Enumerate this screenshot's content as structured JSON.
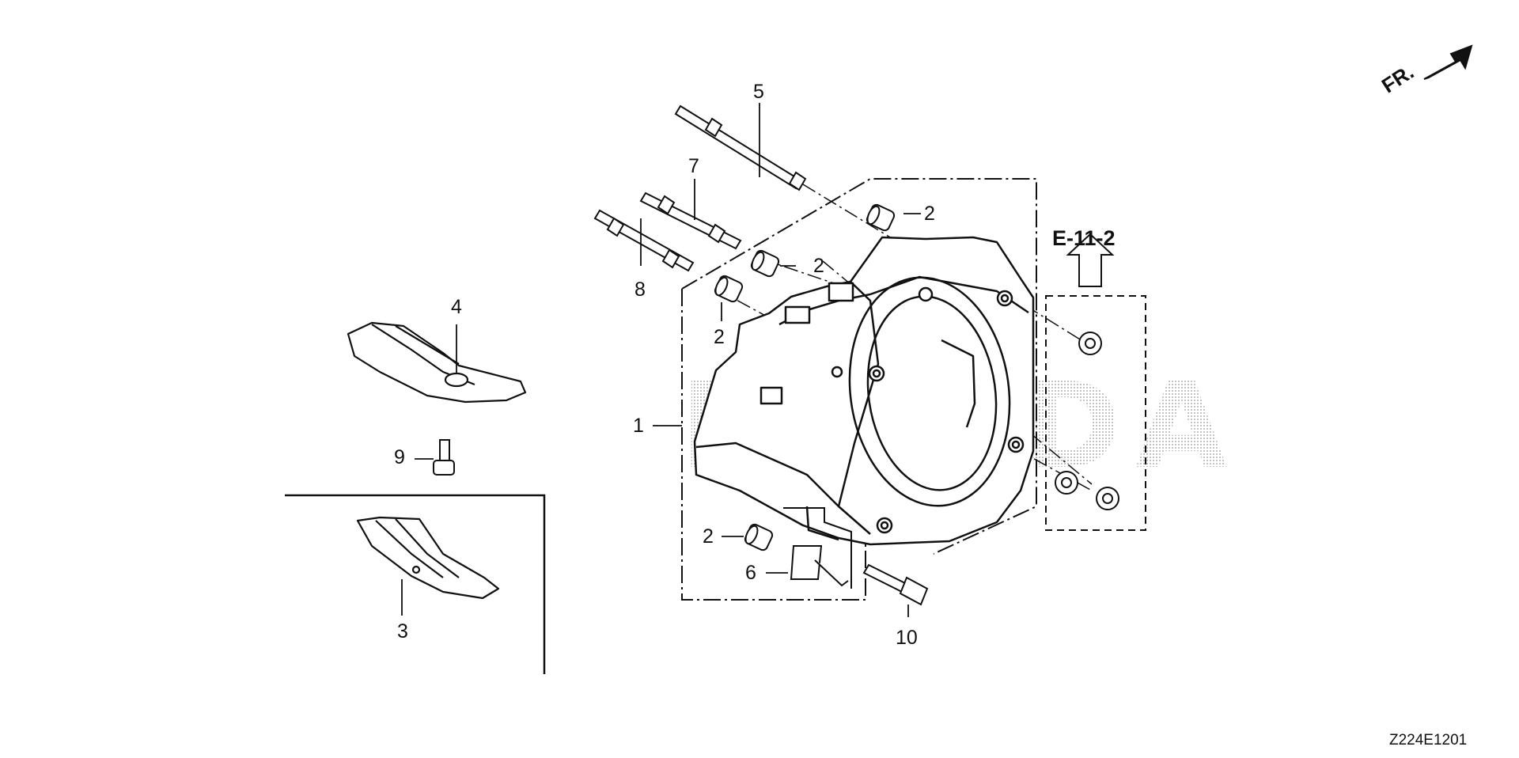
{
  "diagram": {
    "reference": "E-11-2",
    "direction_label": "FR.",
    "watermark": "HONDA",
    "diagram_code": "Z224E1201",
    "callouts": {
      "c1": "1",
      "c2a": "2",
      "c2b": "2",
      "c2c": "2",
      "c2d": "2",
      "c3": "3",
      "c4": "4",
      "c5": "5",
      "c6": "6",
      "c7": "7",
      "c8": "8",
      "c9": "9",
      "c10": "10"
    }
  },
  "colors": {
    "line": "#111111",
    "watermark": "#b8b8b8",
    "background": "#ffffff"
  }
}
